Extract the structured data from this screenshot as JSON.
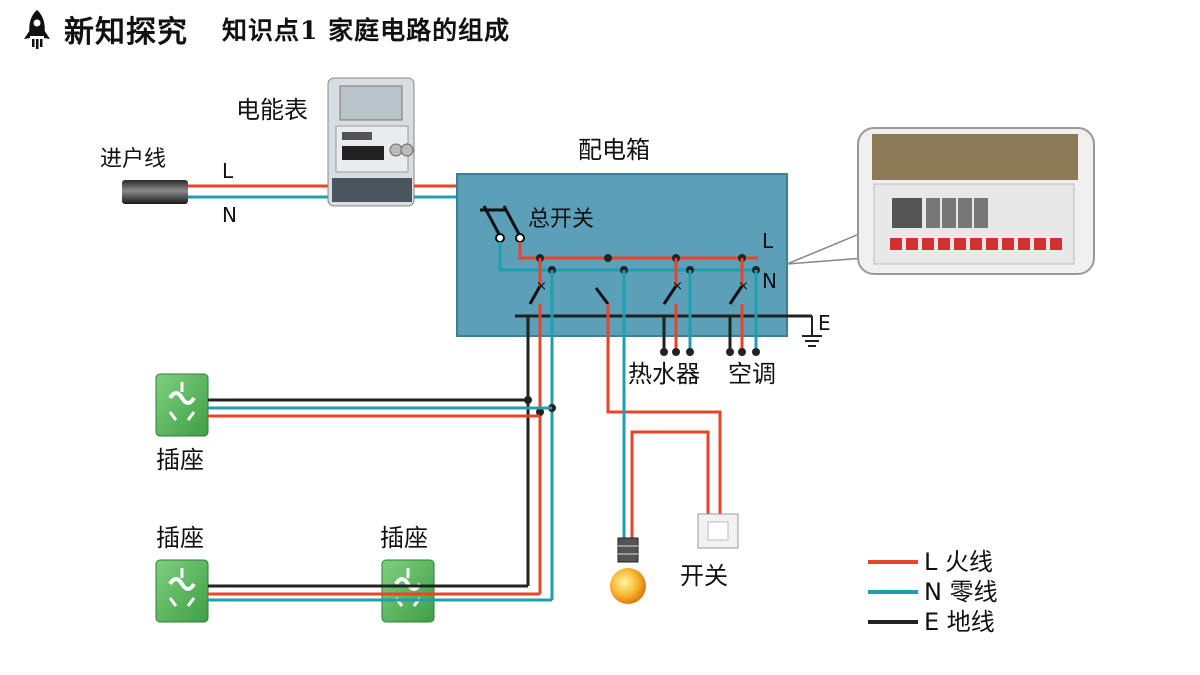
{
  "header": {
    "section": "新知探究",
    "topic": "知识点1  家庭电路的组成"
  },
  "diagram": {
    "meter_label": "电能表",
    "service_line_label": "进户线",
    "line_L": "L",
    "line_N": "N",
    "line_E": "E",
    "box_label": "配电箱",
    "main_switch_label": "总开关",
    "heater_label": "热水器",
    "ac_label": "空调",
    "socket_label_1": "插座",
    "socket_label_2": "插座",
    "socket_label_3": "插座",
    "lamp_switch_label": "开关"
  },
  "legend": [
    {
      "label": "L 火线",
      "color": "#e8442a"
    },
    {
      "label": "N 零线",
      "color": "#1e9fb0"
    },
    {
      "label": "E 地线",
      "color": "#222222"
    }
  ],
  "colors": {
    "live": "#e8442a",
    "neutral": "#1e9fb0",
    "earth": "#222222",
    "box": "#5b9fb8",
    "socket": "#5cb85c"
  }
}
